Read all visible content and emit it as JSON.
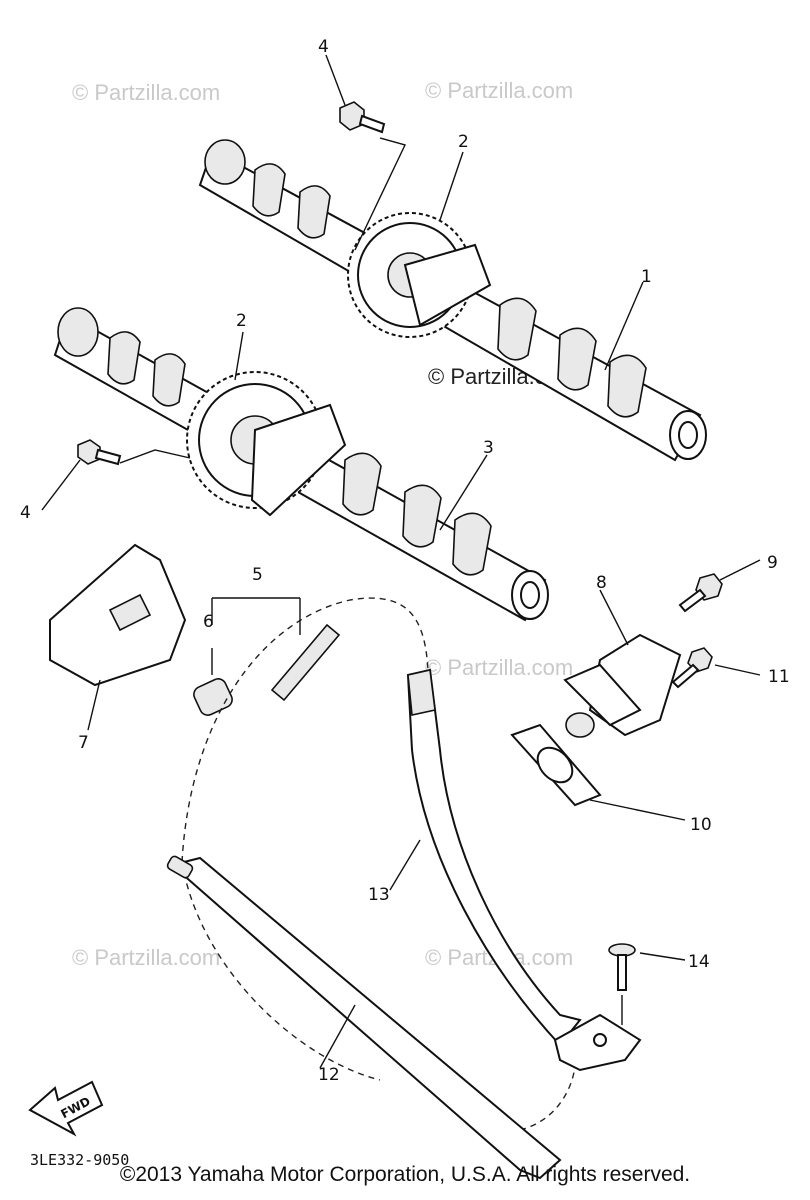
{
  "diagram": {
    "watermark": "© Partzilla.com",
    "callouts": {
      "c1": "1",
      "c2a": "2",
      "c2b": "2",
      "c3": "3",
      "c4a": "4",
      "c4b": "4",
      "c5": "5",
      "c6": "6",
      "c7": "7",
      "c8": "8",
      "c9": "9",
      "c10": "10",
      "c11": "11",
      "c12": "12",
      "c13": "13",
      "c14": "14"
    },
    "fwd_label": "FWD",
    "diagram_code": "3LE332-9050"
  },
  "footer": {
    "copyright": "©2013 Yamaha Motor Corporation, U.S.A. All rights reserved."
  }
}
